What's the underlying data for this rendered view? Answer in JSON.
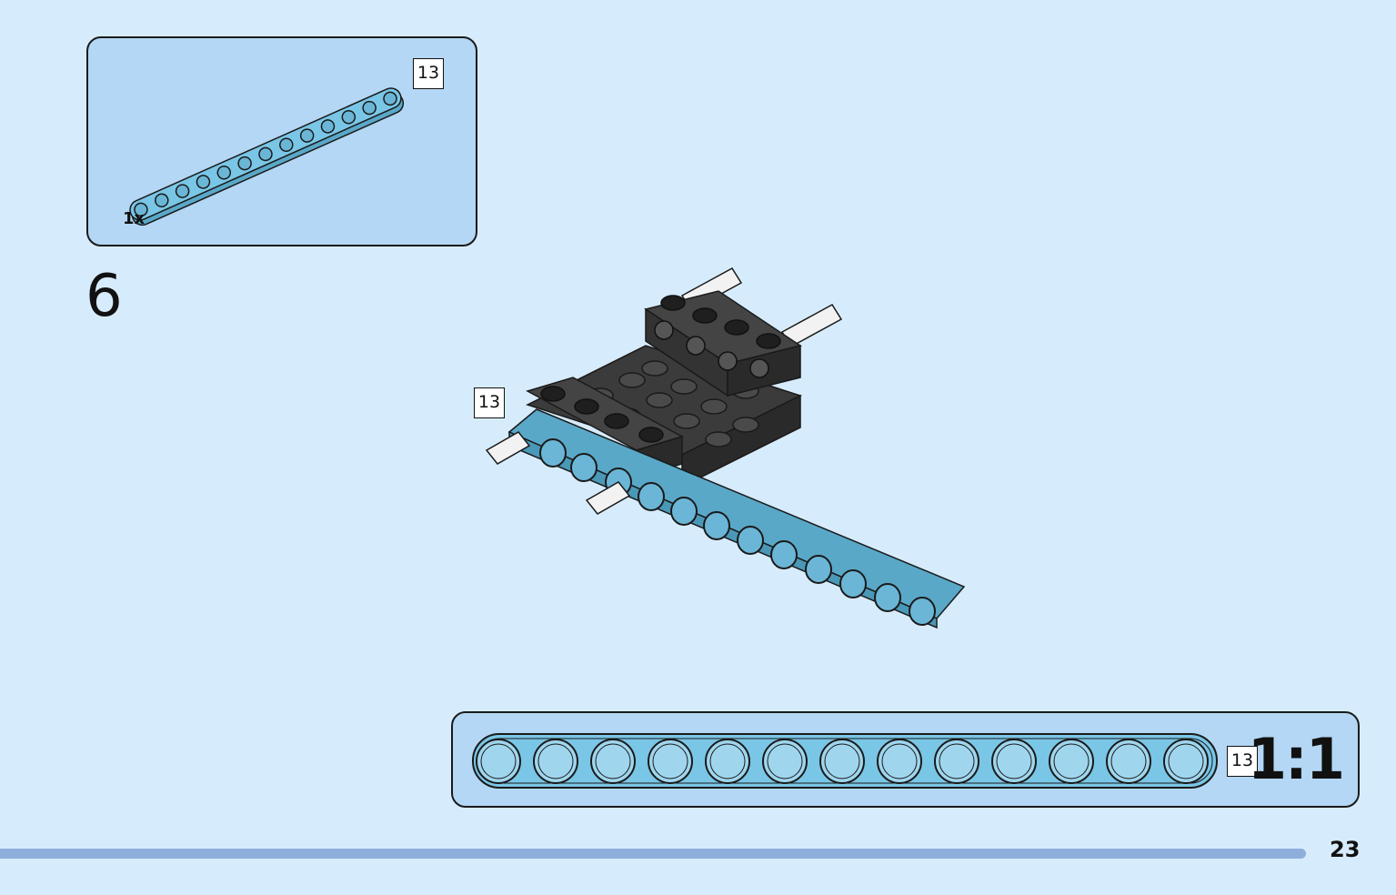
{
  "parts_callout": {
    "element_count": "13",
    "quantity": "1x"
  },
  "step": {
    "number": "6",
    "model_callout_count": "13"
  },
  "scale_guide": {
    "element_count": "13",
    "label": "1:1"
  },
  "page": {
    "number": "23"
  },
  "colors": {
    "page_background": "#d6ecfc",
    "panel_fill": "#b3d7f4",
    "beam_azure": "#7ac6e6",
    "brick_dark": "#3b3b3b",
    "axle_white": "#f2f2f2",
    "footer_bar": "#8eaedc"
  },
  "icons": {
    "parts_image": "azure-13-hole-beam",
    "model_image": "assembled-model-step-6",
    "scale_image": "13-hole-beam-actual-size"
  }
}
